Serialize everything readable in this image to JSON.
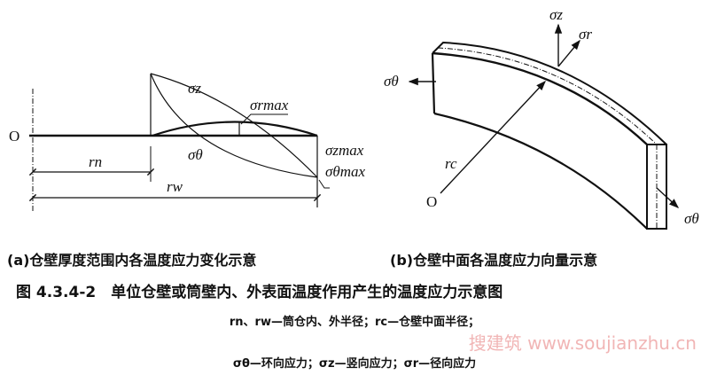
{
  "figure_a": {
    "origin_label": "O",
    "sigma_z": "σz",
    "sigma_rmax": "σrmax",
    "sigma_theta": "σθ",
    "sigma_zmax": "σzmax",
    "sigma_thetamax": "σθmax",
    "r_n": "rn",
    "r_w": "rw"
  },
  "figure_b": {
    "sigma_z": "σz",
    "sigma_r": "σr",
    "sigma_theta_left": "σθ",
    "sigma_theta_right": "σθ",
    "r_c": "rc",
    "origin_label": "O"
  },
  "captions": {
    "a": "(a)仓壁厚度范围内各温度应力变化示意",
    "b": "(b)仓壁中面各温度应力向量示意",
    "title": "图 4.3.4-2　单位仓壁或筒壁内、外表面温度作用产生的温度应力示意图",
    "note1": "rn、rw—筒仓内、外半径；rc—仓壁中面半径；",
    "note2": "σθ—环向应力；σz—竖向应力；σr—径向应力"
  },
  "watermark": "搜建筑 www.soujianzhu.cn"
}
